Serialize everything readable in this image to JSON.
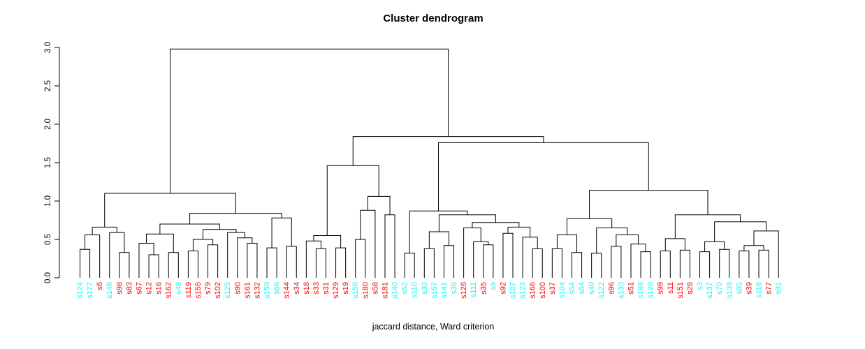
{
  "title": "Cluster dendrogram",
  "xlabel": "jaccard distance, Ward criterion",
  "chart_data": {
    "type": "dendrogram",
    "title": "Cluster dendrogram",
    "xlabel": "jaccard distance, Ward criterion",
    "ylim": [
      0.0,
      3.0
    ],
    "yticks": [
      "0.0",
      "0.5",
      "1.0",
      "1.5",
      "2.0",
      "2.5",
      "3.0"
    ],
    "grid": false,
    "legend": "none",
    "leaf_colors": {
      "red": "#FF0000",
      "cyan": "#00FFFF"
    },
    "line_color": "#000000",
    "leaves": [
      {
        "label": "s124",
        "color": "cyan"
      },
      {
        "label": "s177",
        "color": "cyan"
      },
      {
        "label": "s6",
        "color": "red"
      },
      {
        "label": "s148",
        "color": "cyan"
      },
      {
        "label": "s98",
        "color": "red"
      },
      {
        "label": "s83",
        "color": "red"
      },
      {
        "label": "s67",
        "color": "red"
      },
      {
        "label": "s12",
        "color": "red"
      },
      {
        "label": "s16",
        "color": "red"
      },
      {
        "label": "s162",
        "color": "red"
      },
      {
        "label": "s49",
        "color": "cyan"
      },
      {
        "label": "s119",
        "color": "red"
      },
      {
        "label": "s155",
        "color": "red"
      },
      {
        "label": "s79",
        "color": "red"
      },
      {
        "label": "s102",
        "color": "red"
      },
      {
        "label": "s125",
        "color": "cyan"
      },
      {
        "label": "s90",
        "color": "red"
      },
      {
        "label": "s161",
        "color": "red"
      },
      {
        "label": "s132",
        "color": "red"
      },
      {
        "label": "s159",
        "color": "cyan"
      },
      {
        "label": "s66",
        "color": "cyan"
      },
      {
        "label": "s144",
        "color": "red"
      },
      {
        "label": "s34",
        "color": "red"
      },
      {
        "label": "s18",
        "color": "red"
      },
      {
        "label": "s33",
        "color": "red"
      },
      {
        "label": "s31",
        "color": "red"
      },
      {
        "label": "s129",
        "color": "red"
      },
      {
        "label": "s19",
        "color": "red"
      },
      {
        "label": "s158",
        "color": "cyan"
      },
      {
        "label": "s180",
        "color": "red"
      },
      {
        "label": "s58",
        "color": "red"
      },
      {
        "label": "s181",
        "color": "red"
      },
      {
        "label": "s140",
        "color": "cyan"
      },
      {
        "label": "s52",
        "color": "cyan"
      },
      {
        "label": "s110",
        "color": "cyan"
      },
      {
        "label": "s30",
        "color": "cyan"
      },
      {
        "label": "s157",
        "color": "cyan"
      },
      {
        "label": "s141",
        "color": "cyan"
      },
      {
        "label": "s36",
        "color": "cyan"
      },
      {
        "label": "s126",
        "color": "red"
      },
      {
        "label": "s111",
        "color": "cyan"
      },
      {
        "label": "s35",
        "color": "red"
      },
      {
        "label": "s9",
        "color": "cyan"
      },
      {
        "label": "s92",
        "color": "red"
      },
      {
        "label": "s107",
        "color": "cyan"
      },
      {
        "label": "s123",
        "color": "cyan"
      },
      {
        "label": "s166",
        "color": "red"
      },
      {
        "label": "s100",
        "color": "red"
      },
      {
        "label": "s37",
        "color": "red"
      },
      {
        "label": "s104",
        "color": "cyan"
      },
      {
        "label": "s54",
        "color": "cyan"
      },
      {
        "label": "s64",
        "color": "cyan"
      },
      {
        "label": "s40",
        "color": "cyan"
      },
      {
        "label": "s122",
        "color": "cyan"
      },
      {
        "label": "s96",
        "color": "red"
      },
      {
        "label": "s130",
        "color": "cyan"
      },
      {
        "label": "s51",
        "color": "red"
      },
      {
        "label": "s188",
        "color": "cyan"
      },
      {
        "label": "s128",
        "color": "cyan"
      },
      {
        "label": "s99",
        "color": "red"
      },
      {
        "label": "s11",
        "color": "red"
      },
      {
        "label": "s151",
        "color": "red"
      },
      {
        "label": "s28",
        "color": "red"
      },
      {
        "label": "s3",
        "color": "cyan"
      },
      {
        "label": "s137",
        "color": "cyan"
      },
      {
        "label": "s70",
        "color": "cyan"
      },
      {
        "label": "s139",
        "color": "cyan"
      },
      {
        "label": "s85",
        "color": "cyan"
      },
      {
        "label": "s39",
        "color": "red"
      },
      {
        "label": "s118",
        "color": "cyan"
      },
      {
        "label": "s77",
        "color": "red"
      },
      {
        "label": "s91",
        "color": "cyan"
      }
    ],
    "tree": {
      "h": 2.98,
      "c": [
        {
          "h": 1.1,
          "c": [
            {
              "h": 0.66,
              "c": [
                {
                  "h": 0.56,
                  "c": [
                    {
                      "h": 0.37,
                      "c": [
                        0,
                        1
                      ]
                    },
                    2
                  ]
                },
                {
                  "h": 0.59,
                  "c": [
                    3,
                    {
                      "h": 0.33,
                      "c": [
                        4,
                        5
                      ]
                    }
                  ]
                }
              ]
            },
            {
              "h": 0.84,
              "c": [
                {
                  "h": 0.7,
                  "c": [
                    {
                      "h": 0.57,
                      "c": [
                        {
                          "h": 0.45,
                          "c": [
                            6,
                            {
                              "h": 0.3,
                              "c": [
                                7,
                                8
                              ]
                            }
                          ]
                        },
                        {
                          "h": 0.33,
                          "c": [
                            9,
                            10
                          ]
                        }
                      ]
                    },
                    {
                      "h": 0.63,
                      "c": [
                        {
                          "h": 0.5,
                          "c": [
                            {
                              "h": 0.35,
                              "c": [
                                11,
                                12
                              ]
                            },
                            {
                              "h": 0.43,
                              "c": [
                                13,
                                14
                              ]
                            }
                          ]
                        },
                        {
                          "h": 0.59,
                          "c": [
                            15,
                            {
                              "h": 0.52,
                              "c": [
                                16,
                                {
                                  "h": 0.45,
                                  "c": [
                                    17,
                                    18
                                  ]
                                }
                              ]
                            }
                          ]
                        }
                      ]
                    }
                  ]
                },
                {
                  "h": 0.78,
                  "c": [
                    {
                      "h": 0.39,
                      "c": [
                        19,
                        20
                      ]
                    },
                    {
                      "h": 0.41,
                      "c": [
                        21,
                        22
                      ]
                    }
                  ]
                }
              ]
            }
          ]
        },
        {
          "h": 1.84,
          "c": [
            {
              "h": 1.46,
              "c": [
                {
                  "h": 0.55,
                  "c": [
                    {
                      "h": 0.48,
                      "c": [
                        23,
                        {
                          "h": 0.38,
                          "c": [
                            24,
                            25
                          ]
                        }
                      ]
                    },
                    {
                      "h": 0.39,
                      "c": [
                        26,
                        27
                      ]
                    }
                  ]
                },
                {
                  "h": 1.06,
                  "c": [
                    {
                      "h": 0.88,
                      "c": [
                        {
                          "h": 0.5,
                          "c": [
                            28,
                            29
                          ]
                        },
                        30
                      ]
                    },
                    {
                      "h": 0.82,
                      "c": [
                        31,
                        32
                      ]
                    }
                  ]
                }
              ]
            },
            {
              "h": 1.76,
              "c": [
                {
                  "h": 0.87,
                  "c": [
                    {
                      "h": 0.32,
                      "c": [
                        33,
                        34
                      ]
                    },
                    {
                      "h": 0.82,
                      "c": [
                        {
                          "h": 0.6,
                          "c": [
                            {
                              "h": 0.38,
                              "c": [
                                35,
                                36
                              ]
                            },
                            {
                              "h": 0.42,
                              "c": [
                                37,
                                38
                              ]
                            }
                          ]
                        },
                        {
                          "h": 0.72,
                          "c": [
                            {
                              "h": 0.65,
                              "c": [
                                39,
                                {
                                  "h": 0.47,
                                  "c": [
                                    40,
                                    {
                                      "h": 0.43,
                                      "c": [
                                        41,
                                        42
                                      ]
                                    }
                                  ]
                                }
                              ]
                            },
                            {
                              "h": 0.66,
                              "c": [
                                {
                                  "h": 0.58,
                                  "c": [
                                    43,
                                    44
                                  ]
                                },
                                {
                                  "h": 0.53,
                                  "c": [
                                    45,
                                    {
                                      "h": 0.38,
                                      "c": [
                                        46,
                                        47
                                      ]
                                    }
                                  ]
                                }
                              ]
                            }
                          ]
                        }
                      ]
                    }
                  ]
                },
                {
                  "h": 1.14,
                  "c": [
                    {
                      "h": 0.77,
                      "c": [
                        {
                          "h": 0.56,
                          "c": [
                            {
                              "h": 0.38,
                              "c": [
                                48,
                                49
                              ]
                            },
                            {
                              "h": 0.33,
                              "c": [
                                50,
                                51
                              ]
                            }
                          ]
                        },
                        {
                          "h": 0.65,
                          "c": [
                            {
                              "h": 0.32,
                              "c": [
                                52,
                                53
                              ]
                            },
                            {
                              "h": 0.56,
                              "c": [
                                {
                                  "h": 0.41,
                                  "c": [
                                    54,
                                    55
                                  ]
                                },
                                {
                                  "h": 0.44,
                                  "c": [
                                    56,
                                    {
                                      "h": 0.34,
                                      "c": [
                                        57,
                                        58
                                      ]
                                    }
                                  ]
                                }
                              ]
                            }
                          ]
                        }
                      ]
                    },
                    {
                      "h": 0.82,
                      "c": [
                        {
                          "h": 0.51,
                          "c": [
                            {
                              "h": 0.35,
                              "c": [
                                59,
                                60
                              ]
                            },
                            {
                              "h": 0.36,
                              "c": [
                                61,
                                62
                              ]
                            }
                          ]
                        },
                        {
                          "h": 0.73,
                          "c": [
                            {
                              "h": 0.47,
                              "c": [
                                {
                                  "h": 0.34,
                                  "c": [
                                    63,
                                    64
                                  ]
                                },
                                {
                                  "h": 0.37,
                                  "c": [
                                    65,
                                    66
                                  ]
                                }
                              ]
                            },
                            {
                              "h": 0.61,
                              "c": [
                                {
                                  "h": 0.42,
                                  "c": [
                                    {
                                      "h": 0.35,
                                      "c": [
                                        67,
                                        68
                                      ]
                                    },
                                    {
                                      "h": 0.36,
                                      "c": [
                                        69,
                                        70
                                      ]
                                    }
                                  ]
                                },
                                71
                              ]
                            }
                          ]
                        }
                      ]
                    }
                  ]
                }
              ]
            }
          ]
        }
      ]
    }
  }
}
